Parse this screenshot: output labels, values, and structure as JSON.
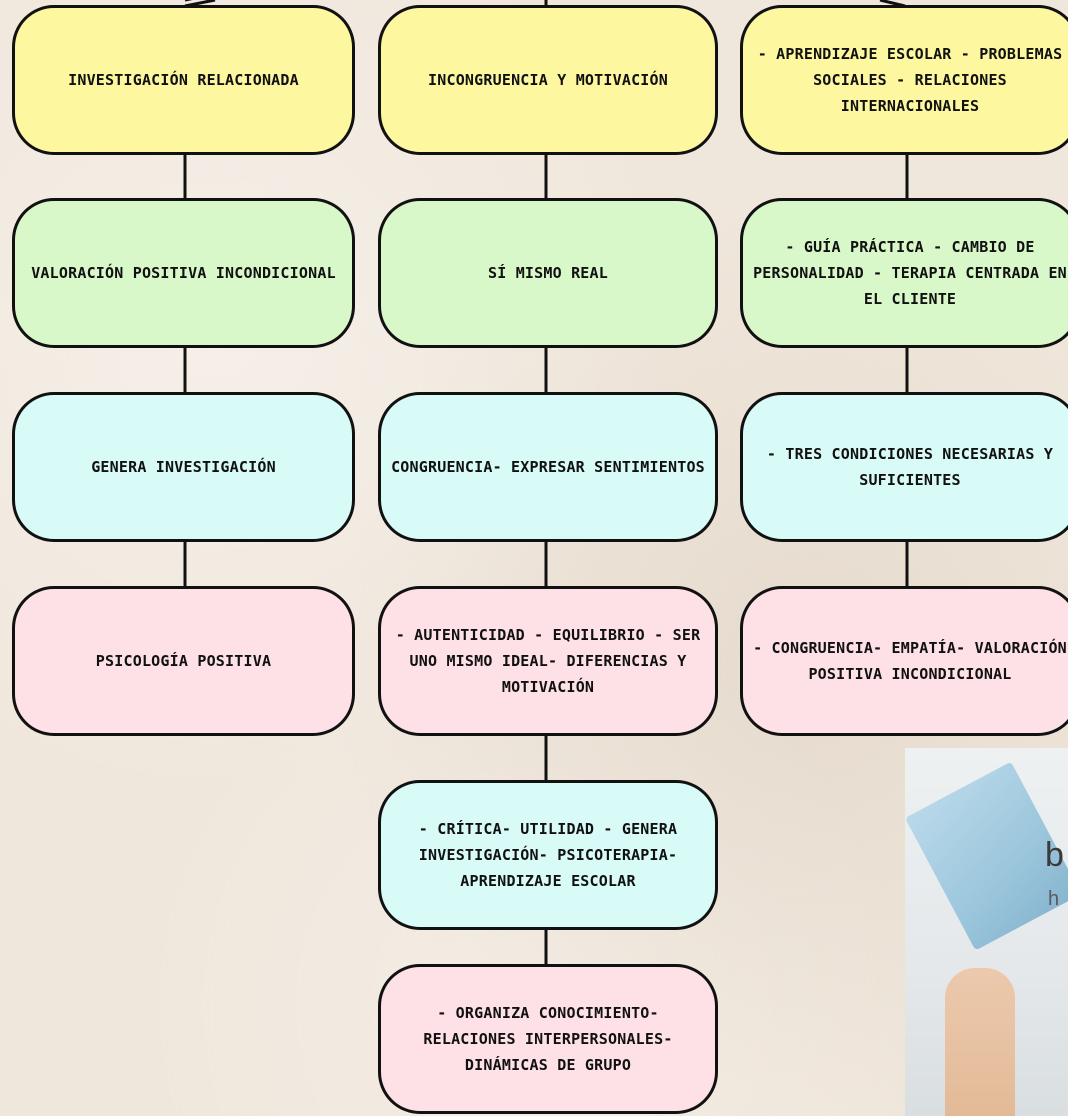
{
  "columns": [
    {
      "nodes": [
        {
          "text": "Investigación relacionada",
          "color": "yellow"
        },
        {
          "text": "Valoración positiva incondicional",
          "color": "green"
        },
        {
          "text": "Genera investigación",
          "color": "cyan"
        },
        {
          "text": "Psicología positiva",
          "color": "pink"
        }
      ]
    },
    {
      "nodes": [
        {
          "text": "Incongruencia y motivación",
          "color": "yellow"
        },
        {
          "text": "Sí mismo real",
          "color": "green"
        },
        {
          "text": "Congruencia- expresar sentimientos",
          "color": "cyan"
        },
        {
          "text": "- Autenticidad - equilibrio - ser uno mismo ideal- diferencias y motivación",
          "color": "pink"
        },
        {
          "text": "- Crítica- utilidad - genera investigación- psicoterapia- aprendizaje escolar",
          "color": "cyan"
        },
        {
          "text": "- Organiza conocimiento- relaciones interpersonales- dinámicas de grupo",
          "color": "pink"
        }
      ]
    },
    {
      "nodes": [
        {
          "text": "- Aprendizaje escolar - problemas sociales - relaciones internacionales",
          "color": "yellow"
        },
        {
          "text": "- Guía práctica - cambio de personalidad - terapia centrada en el cliente",
          "color": "green"
        },
        {
          "text": "- Tres condiciones necesarias y suficientes",
          "color": "cyan"
        },
        {
          "text": "- Congruencia- empatía- valoración positiva incondicional",
          "color": "pink"
        }
      ]
    }
  ],
  "photo": {
    "glyph": "b",
    "glyph_small": "h"
  },
  "colors": {
    "yellow": "#fdf7a0",
    "green": "#d8f8c9",
    "cyan": "#d8fbf7",
    "pink": "#fde1e6",
    "line": "#111111"
  }
}
